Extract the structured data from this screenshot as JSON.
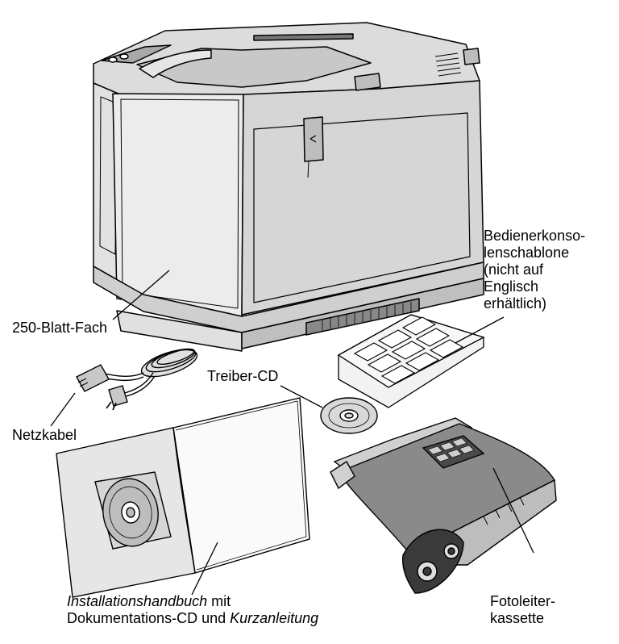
{
  "labels": {
    "tray": "250-Blatt-Fach",
    "template": "Bedienerkonso-\nlenschablone\n(nicht auf\nEnglisch\nerhältlich)",
    "driver_cd": "Treiber-CD",
    "power_cord": "Netzkabel",
    "manual": {
      "title": "Installationshandbuch",
      "text1": " mit",
      "text2": "Dokumentations-CD und ",
      "guide": "Kurzanleitung"
    },
    "photoconductor": "Fotoleiter-\nkassette"
  },
  "colors": {
    "line": "#000000",
    "printer_body": "#e8e8e8",
    "printer_side": "#cfcfcf",
    "printer_top": "#dcdcdc",
    "printer_dark": "#6a6a6a",
    "cartridge_belt": "#8a8a8a",
    "cartridge_dark": "#3a3a3a",
    "cd": "#d8d8d8",
    "cord": "#c8c8c8"
  }
}
